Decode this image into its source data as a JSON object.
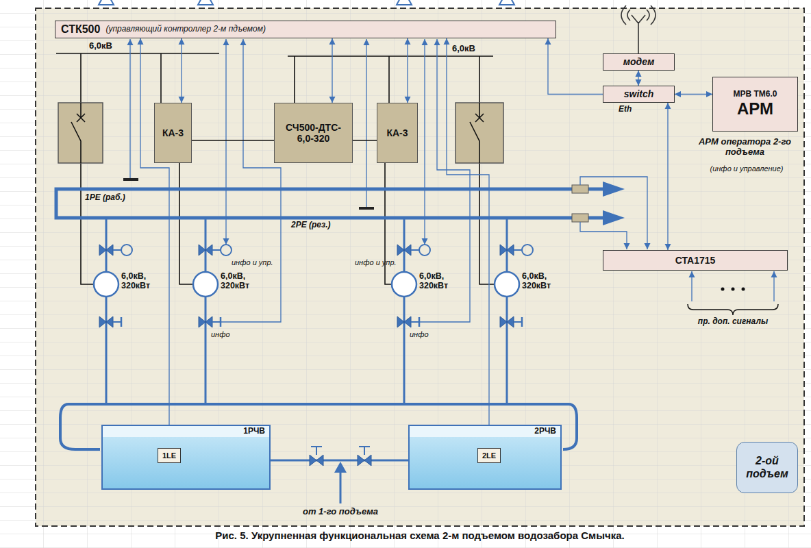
{
  "diagram": {
    "caption": "Рис. 5. Укрупненная функциональная схема 2-м подъемом водозабора Смычка.",
    "nodes": [
      {
        "text": [
          "СТК500",
          "(управляющий контроллер 2-м пдъемом)"
        ]
      },
      {
        "text": [
          "КА-3"
        ]
      },
      {
        "text": [
          "СЧ500-ДТС- 6,0-320"
        ]
      },
      {
        "text": [
          "КА-3"
        ]
      },
      {
        "text": [
          "модем"
        ]
      },
      {
        "text": [
          "switch"
        ]
      },
      {
        "text": [
          "МРВ ТМ6.0",
          "АРМ"
        ]
      },
      {
        "text": [
          "СТА1715"
        ]
      },
      {
        "text": [
          "1РЧВ"
        ]
      },
      {
        "text": [
          "1LE"
        ],
        "in": 8
      },
      {
        "text": [
          "2РЧВ"
        ]
      },
      {
        "text": [
          "2LE"
        ],
        "in": 10
      },
      {
        "text": [
          "2-ой подъем"
        ]
      }
    ],
    "edges": [
      {
        "from": 0,
        "to": 1,
        "arrow": "both"
      },
      {
        "from": 0,
        "to": 2,
        "arrow": "both"
      },
      {
        "from": 0,
        "to": 3,
        "arrow": "both"
      },
      {
        "from": 2,
        "to": 1,
        "arrow": "none"
      },
      {
        "from": 2,
        "to": 3,
        "arrow": "none"
      },
      {
        "from": 4,
        "to": 5,
        "arrow": "both"
      },
      {
        "from": 5,
        "to": 6,
        "arrow": "both"
      },
      {
        "from": 5,
        "to": 7,
        "arrow": "both"
      },
      {
        "from": 5,
        "to": 0,
        "arrow": "to"
      },
      {
        "from": 9,
        "to": 0,
        "arrow": "to"
      },
      {
        "from": 11,
        "to": 0,
        "arrow": "to"
      }
    ],
    "labels": [
      "6,0кВ",
      "6,0кВ",
      "1РЕ (раб.)",
      "2РЕ (рез.)",
      "6,0кВ, 320кВт",
      "6,0кВ, 320кВт",
      "6,0кВ, 320кВт",
      "6,0кВ, 320кВт",
      "инфо и упр.",
      "инфо и упр.",
      "инфо",
      "инфо",
      "Eth",
      "АРМ оператора 2-го подъема",
      "(инфо и управление)",
      "пр. доп. сигналы",
      "от 1-го подъема"
    ]
  }
}
